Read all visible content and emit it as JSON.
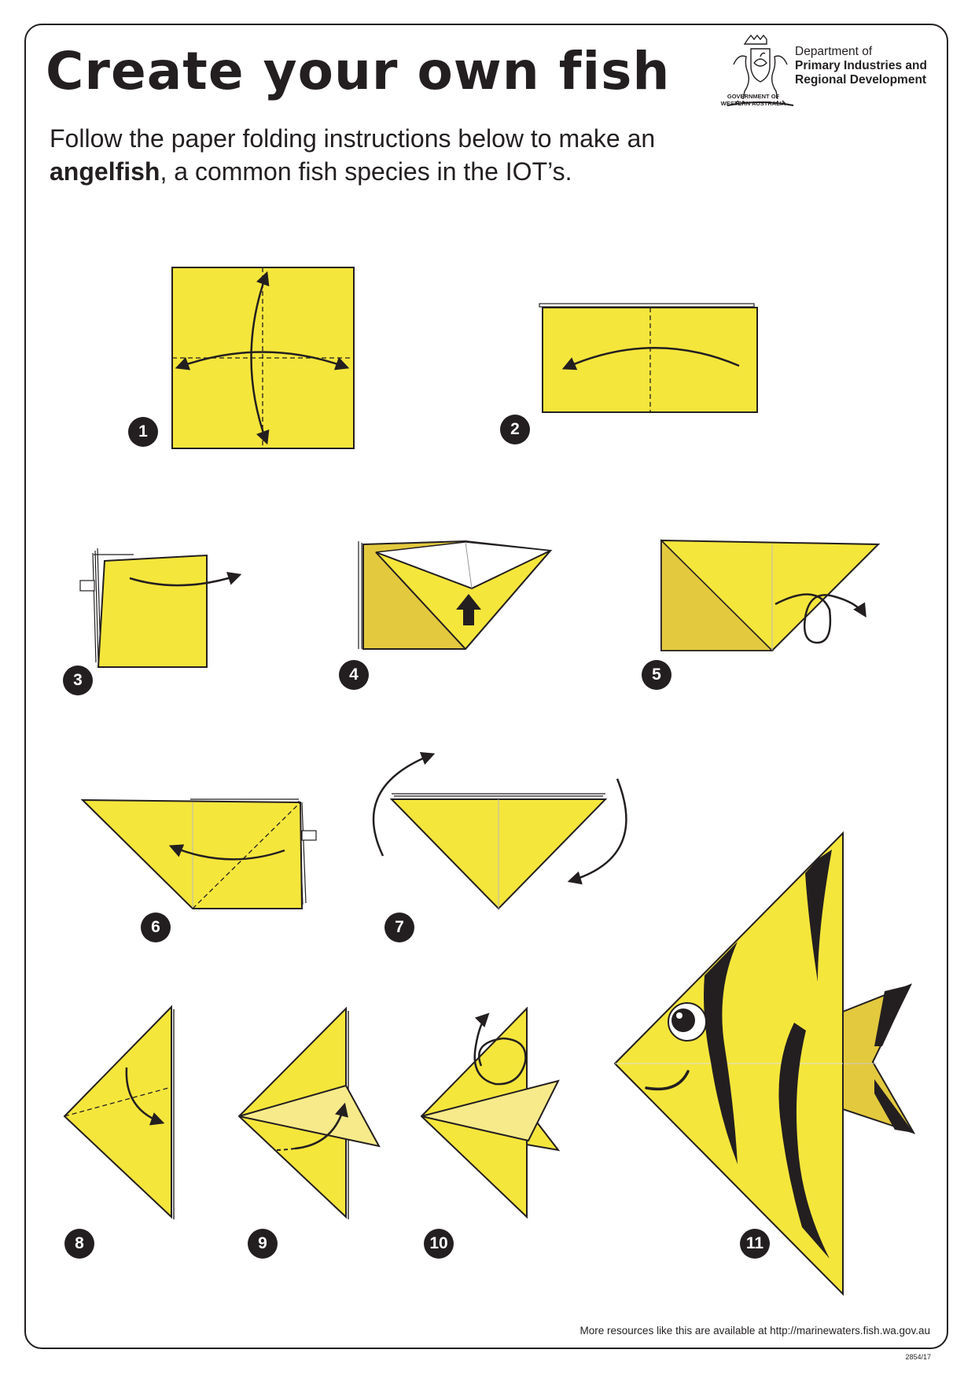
{
  "header": {
    "title": "Create your own fish",
    "intro_part1": "Follow the paper folding instructions below to make an ",
    "intro_bold": "angelfish",
    "intro_part2": ", a common fish species in the IOT’s."
  },
  "logo": {
    "dept_line1": "Department of",
    "dept_line2": "Primary Industries and",
    "dept_line3": "Regional Development",
    "gov_line1": "GOVERNMENT OF",
    "gov_line2": "WESTERN AUSTRALIA",
    "icon": "wa-coat-of-arms-icon"
  },
  "steps": [
    {
      "label": "1"
    },
    {
      "label": "2"
    },
    {
      "label": "3"
    },
    {
      "label": "4"
    },
    {
      "label": "5"
    },
    {
      "label": "6"
    },
    {
      "label": "7"
    },
    {
      "label": "8"
    },
    {
      "label": "9"
    },
    {
      "label": "10"
    },
    {
      "label": "11"
    }
  ],
  "colors": {
    "paper": "#f5e63c",
    "paper_shade": "#e3c93e",
    "paper_light": "#f7ea8a",
    "ink": "#231f20"
  },
  "footer": {
    "resources": "More resources like this are available at http://marinewaters.fish.wa.gov.au",
    "code": "2854/17"
  }
}
